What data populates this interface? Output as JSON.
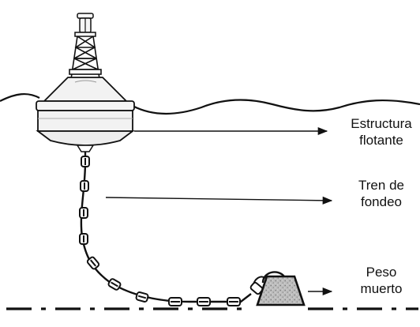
{
  "labels": {
    "floating_structure": [
      "Estructura",
      "flotante"
    ],
    "mooring_line": [
      "Tren de",
      "fondeo"
    ],
    "dead_weight": [
      "Peso",
      "muerto"
    ]
  },
  "colors": {
    "ink": "#111111",
    "buoy_fill": "#f2f2f2",
    "weight_fill": "#c8c8c8",
    "background": "#ffffff"
  },
  "icons": [
    "buoy-lantern-icon",
    "chain-link-icon",
    "arrow-icon",
    "concrete-block-icon"
  ]
}
